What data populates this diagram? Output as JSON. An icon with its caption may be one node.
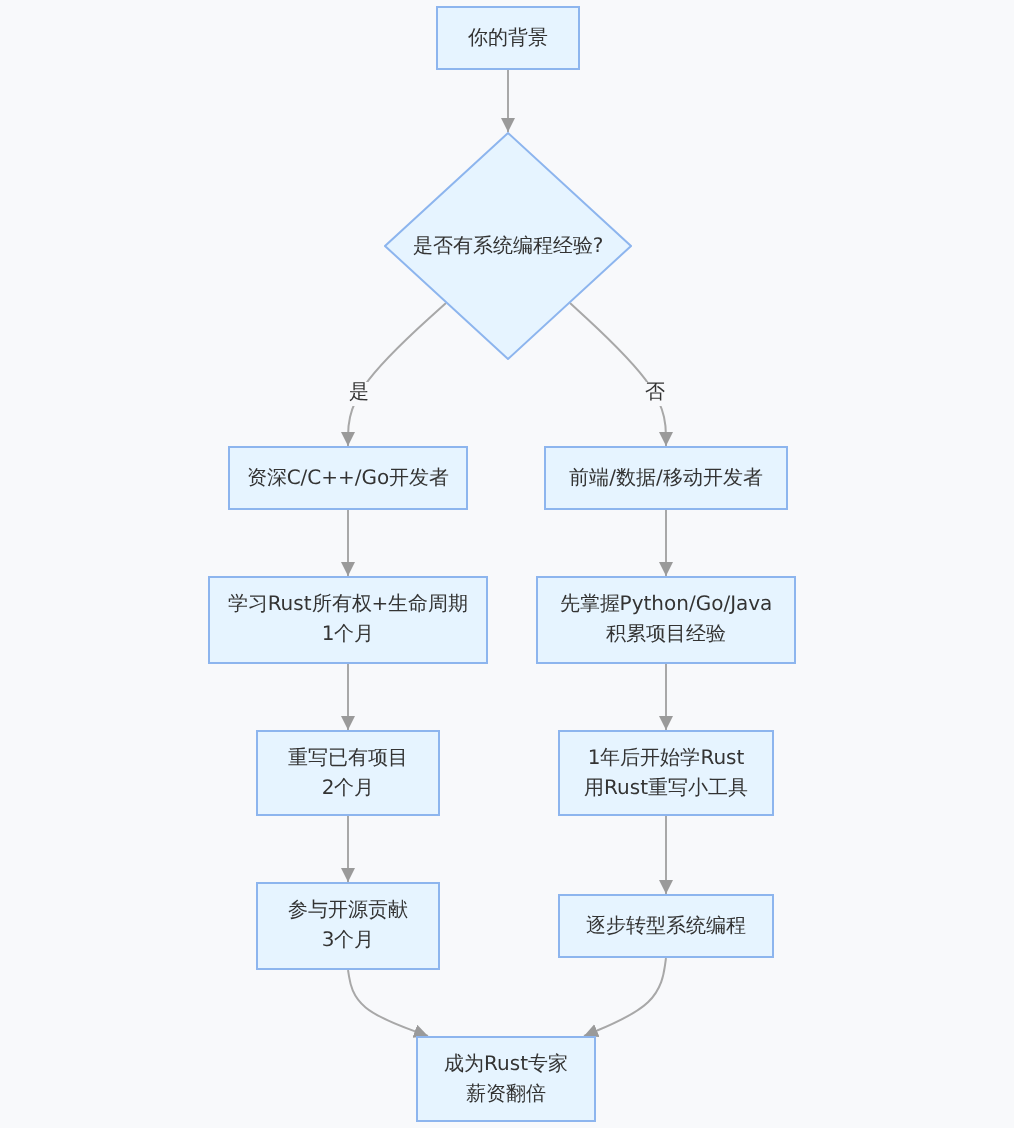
{
  "diagram": {
    "nodes": [
      {
        "text": [
          "你的背景"
        ]
      },
      {
        "text": [
          "是否有系统编程经验?"
        ]
      },
      {
        "text": [
          "资深C/C++/Go开发者"
        ]
      },
      {
        "text": [
          "前端/数据/移动开发者"
        ]
      },
      {
        "text": [
          "学习Rust所有权+生命周期",
          "1个月"
        ]
      },
      {
        "text": [
          "先掌握Python/Go/Java",
          "积累项目经验"
        ]
      },
      {
        "text": [
          "重写已有项目",
          "2个月"
        ]
      },
      {
        "text": [
          "1年后开始学Rust",
          "用Rust重写小工具"
        ]
      },
      {
        "text": [
          "参与开源贡献",
          "3个月"
        ]
      },
      {
        "text": [
          "逐步转型系统编程"
        ]
      },
      {
        "text": [
          "成为Rust专家",
          "薪资翻倍"
        ]
      }
    ],
    "edges": [
      {
        "from": 0,
        "to": 1,
        "arrow": "to"
      },
      {
        "from": 1,
        "to": 2,
        "arrow": "to",
        "label": "是"
      },
      {
        "from": 1,
        "to": 3,
        "arrow": "to",
        "label": "否"
      },
      {
        "from": 2,
        "to": 4,
        "arrow": "to"
      },
      {
        "from": 4,
        "to": 6,
        "arrow": "to"
      },
      {
        "from": 6,
        "to": 8,
        "arrow": "to"
      },
      {
        "from": 8,
        "to": 10,
        "arrow": "to"
      },
      {
        "from": 3,
        "to": 5,
        "arrow": "to"
      },
      {
        "from": 5,
        "to": 7,
        "arrow": "to"
      },
      {
        "from": 7,
        "to": 9,
        "arrow": "to"
      },
      {
        "from": 9,
        "to": 10,
        "arrow": "to"
      }
    ]
  }
}
